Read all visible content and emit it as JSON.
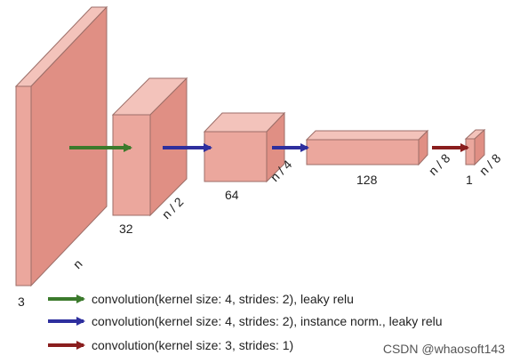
{
  "colors": {
    "block_fill": "#eba79d",
    "block_side": "#e08f84",
    "block_top": "#f3c3bb",
    "block_stroke": "#9c6e68",
    "green": "#3b7a2c",
    "blue": "#2e2f9e",
    "red": "#8a1e1e"
  },
  "layers": [
    {
      "channels": "3",
      "size": "n"
    },
    {
      "channels": "32",
      "size": "n / 2"
    },
    {
      "channels": "64",
      "size": "n / 4"
    },
    {
      "channels": "128",
      "size": "n / 8"
    },
    {
      "channels": "1",
      "size": "n / 8"
    }
  ],
  "legend": [
    {
      "color": "green",
      "text": "convolution(kernel size: 4, strides: 2), leaky relu"
    },
    {
      "color": "blue",
      "text": "convolution(kernel size: 4, strides: 2), instance norm., leaky relu"
    },
    {
      "color": "red",
      "text": "convolution(kernel size: 3, strides: 1)"
    }
  ],
  "watermark": "CSDN @whaosoft143"
}
